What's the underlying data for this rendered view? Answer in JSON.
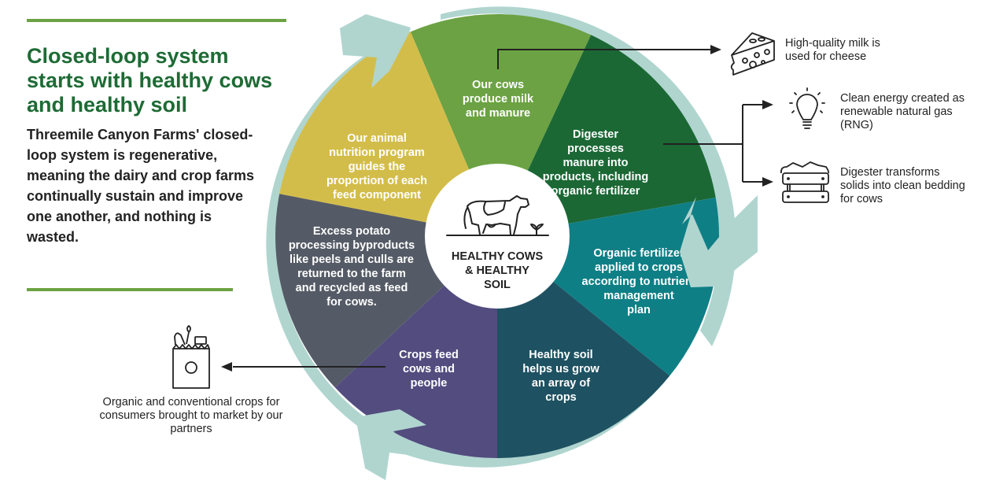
{
  "header": {
    "title": "Closed-loop system starts with healthy cows and healthy soil",
    "intro": "Threemile Canyon Farms' closed-loop system is regenerative, meaning the dairy and crop farms continually sustain and improve one another, and nothing is wasted."
  },
  "hub": {
    "icon": "cow-icon",
    "lines": [
      "HEALTHY COWS",
      "& HEALTHY",
      "SOIL"
    ]
  },
  "segments": [
    {
      "id": "cows-produce",
      "color": "#6ca243",
      "lines": [
        "Our cows",
        "produce milk",
        "and manure"
      ]
    },
    {
      "id": "digester",
      "color": "#1b6835",
      "lines": [
        "Digester",
        "processes",
        "manure into",
        "products, including",
        "organic fertilizer"
      ]
    },
    {
      "id": "fertilizer",
      "color": "#0f7f86",
      "lines": [
        "Organic fertilizer",
        "applied to crops",
        "according to nutrient",
        "management",
        "plan"
      ]
    },
    {
      "id": "healthy-soil",
      "color": "#1e5262",
      "lines": [
        "Healthy soil",
        "helps us grow",
        "an array of",
        "crops"
      ]
    },
    {
      "id": "crops-feed",
      "color": "#524c7f",
      "lines": [
        "Crops feed",
        "cows and",
        "people"
      ]
    },
    {
      "id": "potato",
      "color": "#555b66",
      "lines": [
        "Excess potato",
        "processing byproducts",
        "like peels and culls are",
        "returned to the farm",
        "and recycled as feed",
        "for cows."
      ]
    },
    {
      "id": "nutrition",
      "color": "#d3bd4a",
      "lines": [
        "Our animal",
        "nutrition program",
        "guides the",
        "proportion of each",
        "feed component"
      ]
    }
  ],
  "outputs": {
    "cheese": {
      "icon": "cheese-icon",
      "label": "High-quality milk is used for cheese"
    },
    "energy": {
      "icon": "lightbulb-icon",
      "label": "Clean energy created as renewable natural gas (RNG)"
    },
    "bedding": {
      "icon": "bedding-crate-icon",
      "label": "Digester transforms solids into clean bedding for cows"
    },
    "market": {
      "icon": "grocery-bag-icon",
      "label": "Organic and conventional crops for consumers brought to market by our partners"
    }
  },
  "colors": {
    "title_green": "#1e6b35",
    "rule_green": "#6ca243",
    "ring": "#b0d5cf",
    "text_dark": "#222222"
  }
}
